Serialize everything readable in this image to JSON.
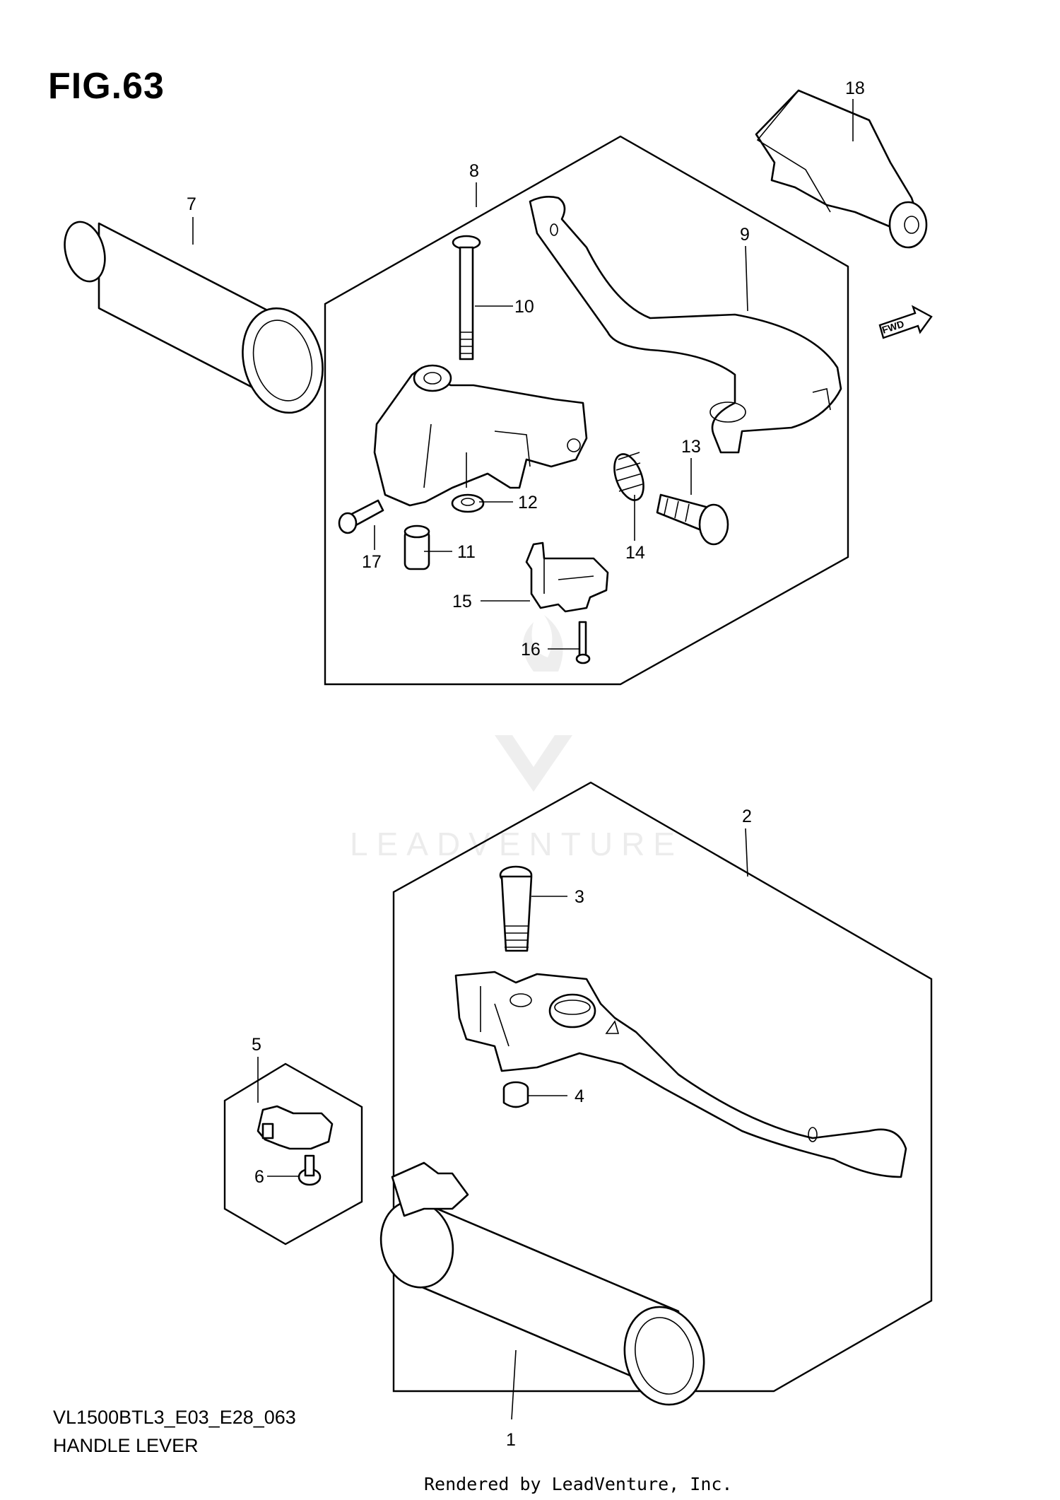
{
  "figure": {
    "title": "FIG.63"
  },
  "footer": {
    "model_code": "VL1500BTL3_E03_E28_063",
    "section_name": "HANDLE LEVER"
  },
  "credit": "Rendered by LeadVenture, Inc.",
  "watermark": {
    "text": "LEADVENTURE"
  },
  "direction_tag": "FWD",
  "callouts": [
    {
      "id": "1",
      "label": "1"
    },
    {
      "id": "2",
      "label": "2"
    },
    {
      "id": "3",
      "label": "3"
    },
    {
      "id": "4",
      "label": "4"
    },
    {
      "id": "5",
      "label": "5"
    },
    {
      "id": "6",
      "label": "6"
    },
    {
      "id": "7",
      "label": "7"
    },
    {
      "id": "8",
      "label": "8"
    },
    {
      "id": "9",
      "label": "9"
    },
    {
      "id": "10",
      "label": "10"
    },
    {
      "id": "11",
      "label": "11"
    },
    {
      "id": "12",
      "label": "12"
    },
    {
      "id": "13",
      "label": "13"
    },
    {
      "id": "14",
      "label": "14"
    },
    {
      "id": "15",
      "label": "15"
    },
    {
      "id": "16",
      "label": "16"
    },
    {
      "id": "17",
      "label": "17"
    },
    {
      "id": "18",
      "label": "18"
    }
  ],
  "colors": {
    "line": "#000000",
    "background": "#ffffff",
    "watermark": "#ebebeb"
  }
}
